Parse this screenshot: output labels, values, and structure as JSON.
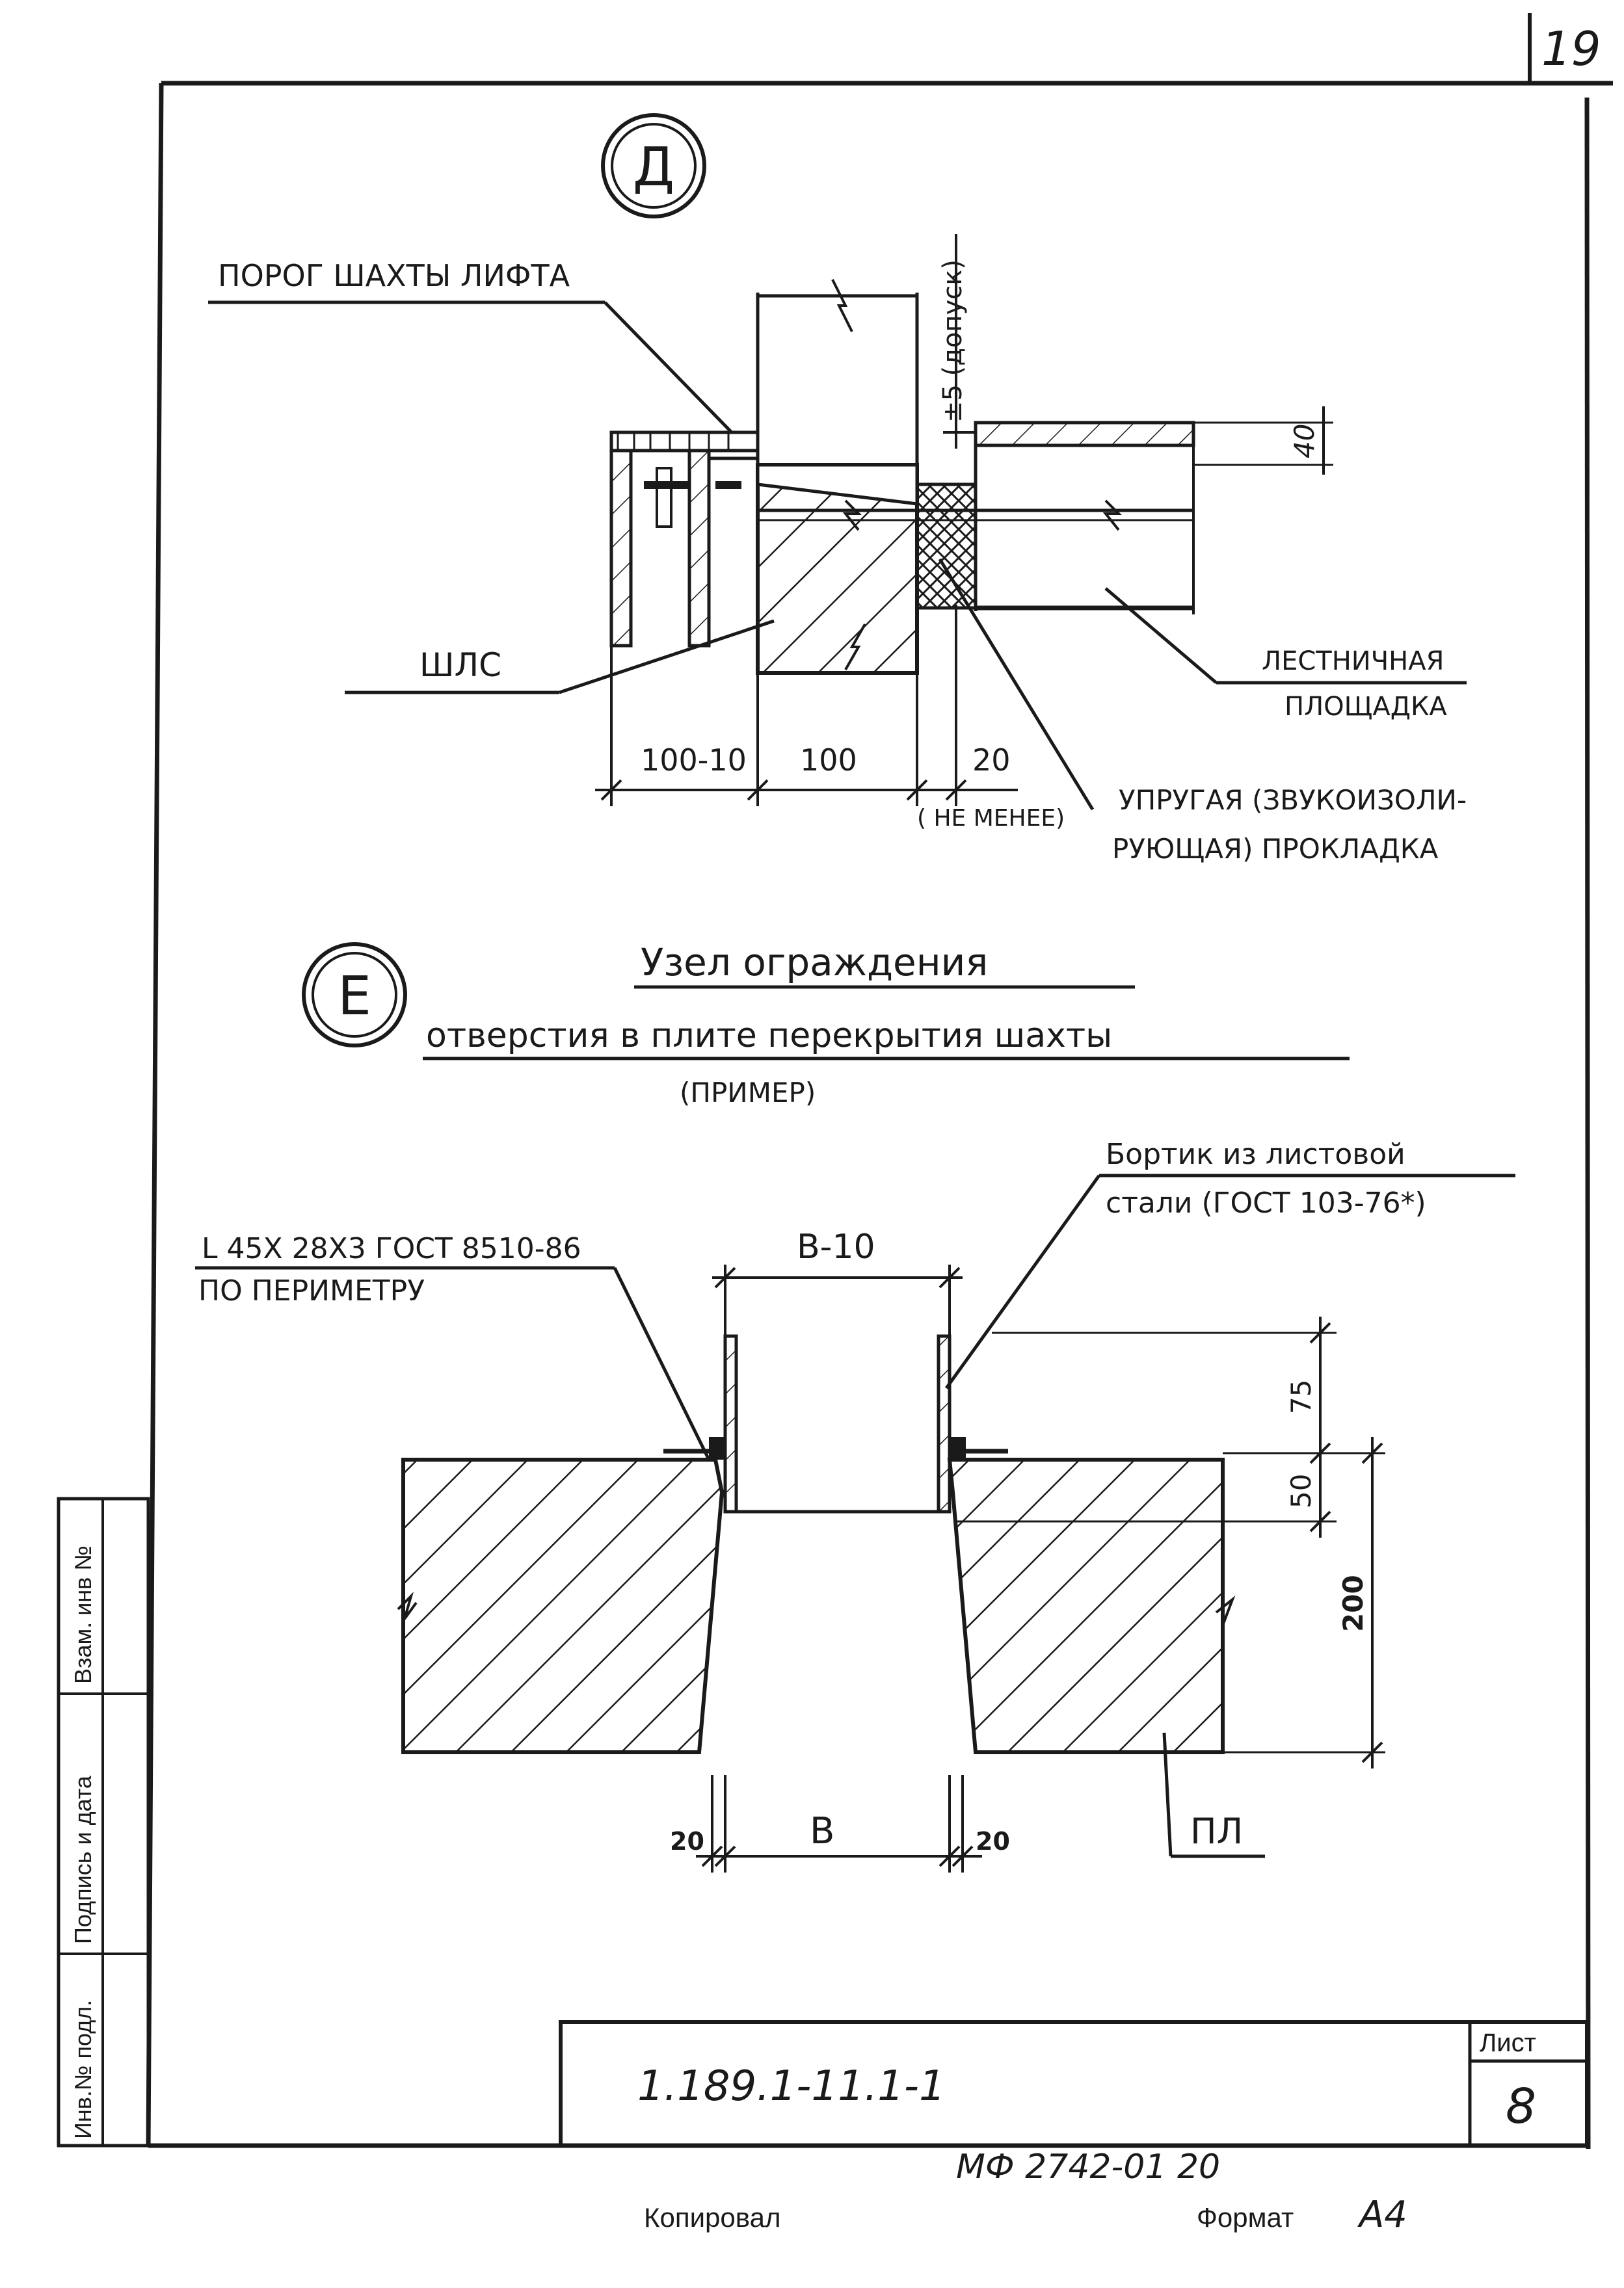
{
  "sheet_corner_number": "19",
  "node_d": {
    "marker": "Д",
    "label_threshold": "ПОРОГ ШАХТЫ ЛИФТА",
    "label_tolerance": "±5 (допуск)",
    "dim_40": "40",
    "label_shas": "ШЛС",
    "label_landing_line1": "ЛЕСТНИЧНАЯ",
    "label_landing_line2": "ПЛОЩАДКА",
    "dim_100_10": "100-10",
    "dim_100": "100",
    "dim_20": "20",
    "dim_not_less": "( НЕ МЕНЕЕ)",
    "label_gasket_line1": "УПРУГАЯ (ЗВУКОИЗОЛИ-",
    "label_gasket_line2": "РУЮЩАЯ) ПРОКЛАДКА"
  },
  "node_e": {
    "marker": "Е",
    "title_line1": "Узел ограждения",
    "title_line2": "отверстия в плите перекрытия шахты",
    "title_line3": "(ПРИМЕР)",
    "label_border_line1": "Бортик из листовой",
    "label_border_line2": "стали (ГОСТ 103-76*)",
    "label_angle_line1": "L 45X 28X3 ГОСТ 8510-86",
    "label_angle_line2": "ПО ПЕРИМЕТРУ",
    "dim_b_minus_10": "B-10",
    "dim_75": "75",
    "dim_50": "50",
    "dim_200": "200",
    "dim_b": "B",
    "dim_20_left": "20",
    "dim_20_right": "20",
    "label_pl": "ПЛ"
  },
  "side_stamp": {
    "col1": "Инв.№ подл.",
    "col2": "Подпись и дата",
    "col3": "Взам. инв №"
  },
  "title_block": {
    "doc_code": "1.189.1-11.1-1",
    "sheet_label": "Лист",
    "sheet_number": "8"
  },
  "footer": {
    "order_number": "МФ 2742-01  20",
    "copied_label": "Копировал",
    "format_label": "Формат",
    "format_value": "А4"
  }
}
